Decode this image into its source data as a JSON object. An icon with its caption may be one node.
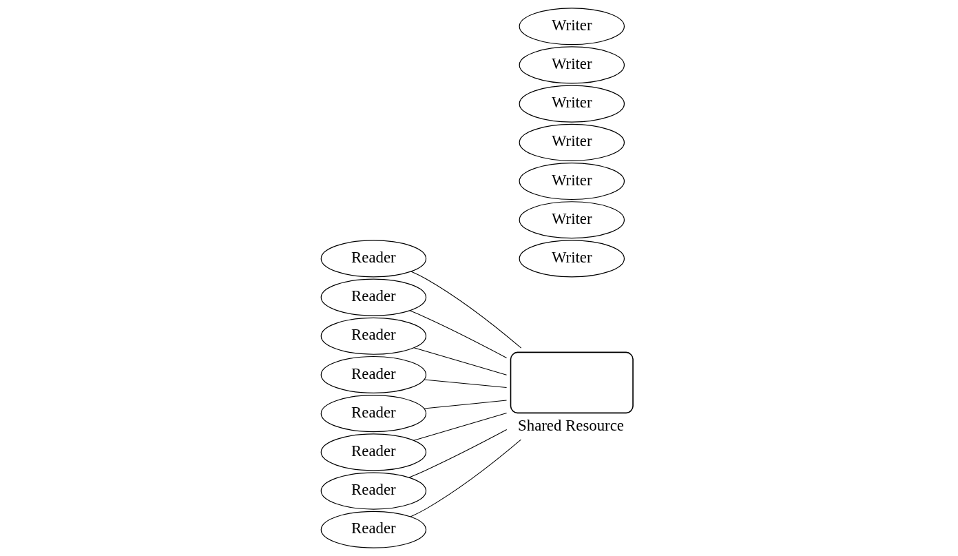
{
  "diagram": {
    "nodes": [
      {
        "text": [
          "Writer"
        ]
      },
      {
        "text": [
          "Writer"
        ]
      },
      {
        "text": [
          "Writer"
        ]
      },
      {
        "text": [
          "Writer"
        ]
      },
      {
        "text": [
          "Writer"
        ]
      },
      {
        "text": [
          "Writer"
        ]
      },
      {
        "text": [
          "Writer"
        ]
      },
      {
        "text": [
          "Reader"
        ]
      },
      {
        "text": [
          "Reader"
        ]
      },
      {
        "text": [
          "Reader"
        ]
      },
      {
        "text": [
          "Reader"
        ]
      },
      {
        "text": [
          "Reader"
        ]
      },
      {
        "text": [
          "Reader"
        ]
      },
      {
        "text": [
          "Reader"
        ]
      },
      {
        "text": [
          "Reader"
        ]
      },
      {
        "text": [
          "Shared Resource"
        ]
      }
    ],
    "edges": [
      {
        "from": 7,
        "to": 15,
        "arrow": "none"
      },
      {
        "from": 8,
        "to": 15,
        "arrow": "none"
      },
      {
        "from": 9,
        "to": 15,
        "arrow": "none"
      },
      {
        "from": 10,
        "to": 15,
        "arrow": "none"
      },
      {
        "from": 11,
        "to": 15,
        "arrow": "none"
      },
      {
        "from": 12,
        "to": 15,
        "arrow": "none"
      },
      {
        "from": 13,
        "to": 15,
        "arrow": "none"
      },
      {
        "from": 14,
        "to": 15,
        "arrow": "none"
      }
    ]
  }
}
